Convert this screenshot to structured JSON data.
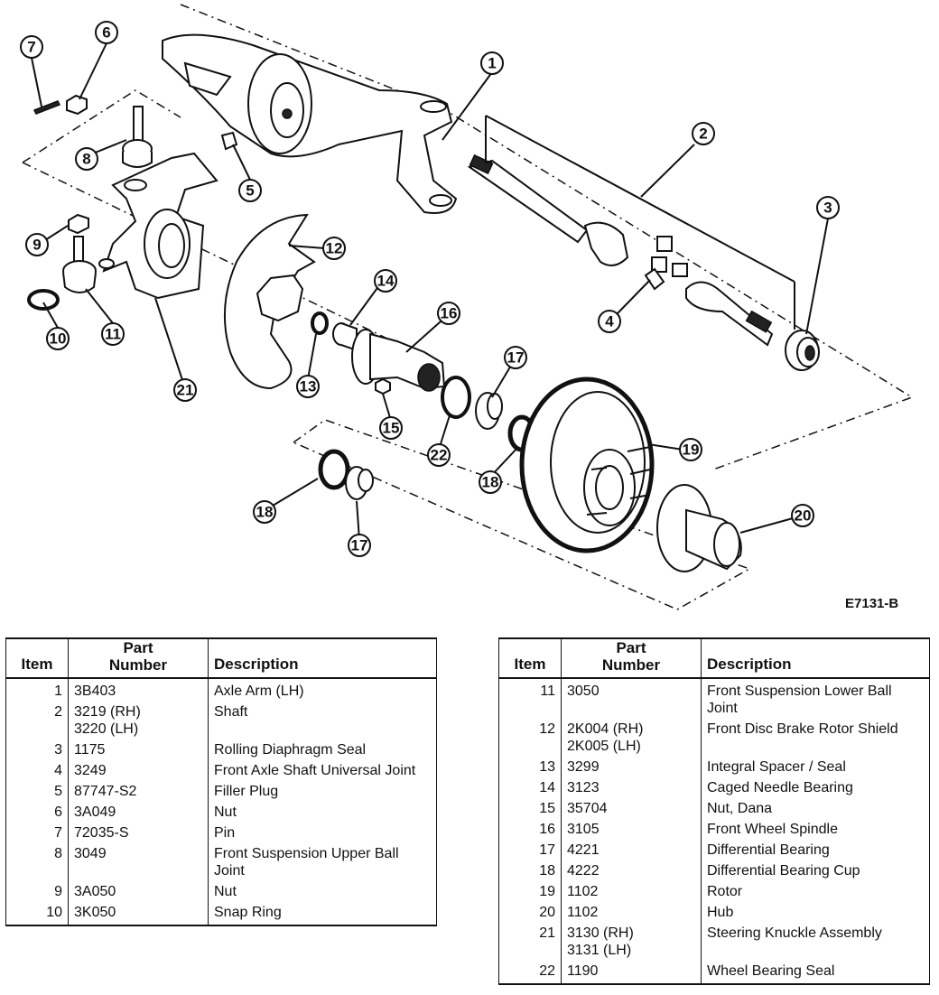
{
  "figure_code": "E7131-B",
  "callouts": [
    "1",
    "2",
    "3",
    "4",
    "5",
    "6",
    "7",
    "8",
    "9",
    "10",
    "11",
    "12",
    "13",
    "14",
    "15",
    "16",
    "17",
    "18",
    "19",
    "20",
    "21",
    "22"
  ],
  "table_headers": {
    "item": "Item",
    "part_number_line1": "Part",
    "part_number_line2": "Number",
    "description": "Description"
  },
  "parts_left": [
    {
      "item": "1",
      "number": [
        "3B403"
      ],
      "description": "Axle Arm (LH)"
    },
    {
      "item": "2",
      "number": [
        "3219 (RH)",
        "3220 (LH)"
      ],
      "description": "Shaft"
    },
    {
      "item": "3",
      "number": [
        "1175"
      ],
      "description": "Rolling Diaphragm Seal"
    },
    {
      "item": "4",
      "number": [
        "3249"
      ],
      "description": "Front Axle Shaft Universal Joint"
    },
    {
      "item": "5",
      "number": [
        "87747-S2"
      ],
      "description": "Filler Plug"
    },
    {
      "item": "6",
      "number": [
        "3A049"
      ],
      "description": "Nut"
    },
    {
      "item": "7",
      "number": [
        "72035-S"
      ],
      "description": "Pin"
    },
    {
      "item": "8",
      "number": [
        "3049"
      ],
      "description": "Front Suspension Upper Ball Joint"
    },
    {
      "item": "9",
      "number": [
        "3A050"
      ],
      "description": "Nut"
    },
    {
      "item": "10",
      "number": [
        "3K050"
      ],
      "description": "Snap Ring"
    }
  ],
  "parts_right": [
    {
      "item": "11",
      "number": [
        "3050"
      ],
      "description": "Front Suspension Lower Ball Joint"
    },
    {
      "item": "12",
      "number": [
        "2K004 (RH)",
        "2K005 (LH)"
      ],
      "description": "Front Disc Brake Rotor Shield"
    },
    {
      "item": "13",
      "number": [
        "3299"
      ],
      "description": "Integral Spacer / Seal"
    },
    {
      "item": "14",
      "number": [
        "3123"
      ],
      "description": "Caged Needle Bearing"
    },
    {
      "item": "15",
      "number": [
        "35704"
      ],
      "description": "Nut, Dana"
    },
    {
      "item": "16",
      "number": [
        "3105"
      ],
      "description": "Front Wheel Spindle"
    },
    {
      "item": "17",
      "number": [
        "4221"
      ],
      "description": "Differential Bearing"
    },
    {
      "item": "18",
      "number": [
        "4222"
      ],
      "description": "Differential Bearing Cup"
    },
    {
      "item": "19",
      "number": [
        "1102"
      ],
      "description": "Rotor"
    },
    {
      "item": "20",
      "number": [
        "1102"
      ],
      "description": "Hub"
    },
    {
      "item": "21",
      "number": [
        "3130 (RH)",
        "3131 (LH)"
      ],
      "description": "Steering Knuckle Assembly"
    },
    {
      "item": "22",
      "number": [
        "1190"
      ],
      "description": "Wheel Bearing Seal"
    }
  ]
}
